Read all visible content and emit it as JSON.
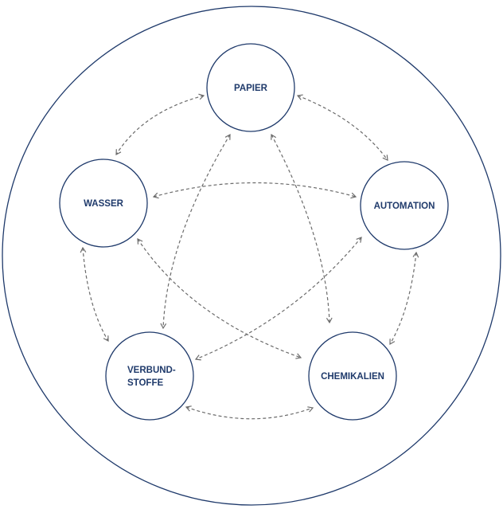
{
  "colors": {
    "stroke": "#1f3a6b",
    "arrow": "#6b6b6b",
    "label": "#1f3a6b",
    "background": "#ffffff"
  },
  "nodes": {
    "papier": {
      "label": "PAPIER"
    },
    "automation": {
      "label": "AUTOMATION"
    },
    "chemikalien": {
      "label": "CHEMIKALIEN"
    },
    "verbundstoffe": {
      "line1": "VERBUND-",
      "line2": "STOFFE"
    },
    "wasser": {
      "label": "WASSER"
    }
  }
}
